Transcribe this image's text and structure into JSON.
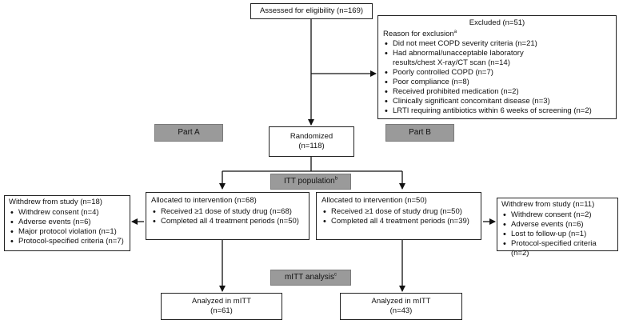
{
  "assessed": "Assessed for eligibility (n=169)",
  "excluded": {
    "title": "Excluded (n=51)",
    "reason_header": "Reason for exclusion",
    "reason_sup": "a",
    "items": [
      "Did not meet COPD severity criteria (n=21)",
      "Had abnormal/unacceptable laboratory results/chest X-ray/CT scan (n=14)",
      "Poorly controlled COPD (n=7)",
      "Poor compliance (n=8)",
      "Received prohibited medication (n=2)",
      "Clinically significant concomitant disease (n=3)",
      "LRTI requiring antibiotics within 6 weeks of screening (n=2)"
    ]
  },
  "part_a": "Part A",
  "part_b": "Part B",
  "randomized": {
    "line1": "Randomized",
    "line2": "(n=118)"
  },
  "itt": {
    "label": "ITT population",
    "sup": "b"
  },
  "mitt": {
    "label": "mITT analysis",
    "sup": "c"
  },
  "left_withdrew": {
    "title": "Withdrew from study (n=18)",
    "items": [
      "Withdrew consent (n=4)",
      "Adverse events (n=6)",
      "Major protocol violation (n=1)",
      "Protocol-specified criteria (n=7)"
    ]
  },
  "right_withdrew": {
    "title": "Withdrew from study (n=11)",
    "items": [
      "Withdrew consent (n=2)",
      "Adverse events (n=6)",
      "Lost to follow-up (n=1)",
      "Protocol-specified criteria (n=2)"
    ]
  },
  "alloc_a": {
    "title": "Allocated to intervention (n=68)",
    "items": [
      "Received ≥1 dose of study drug (n=68)",
      "Completed all 4 treatment periods (n=50)"
    ]
  },
  "alloc_b": {
    "title": "Allocated to intervention (n=50)",
    "items": [
      "Received ≥1 dose of study drug (n=50)",
      "Completed all 4 treatment periods  (n=39)"
    ]
  },
  "analyzed_a": {
    "line1": "Analyzed in mITT",
    "line2": "(n=61)"
  },
  "analyzed_b": {
    "line1": "Analyzed in mITT",
    "line2": "(n=43)"
  }
}
